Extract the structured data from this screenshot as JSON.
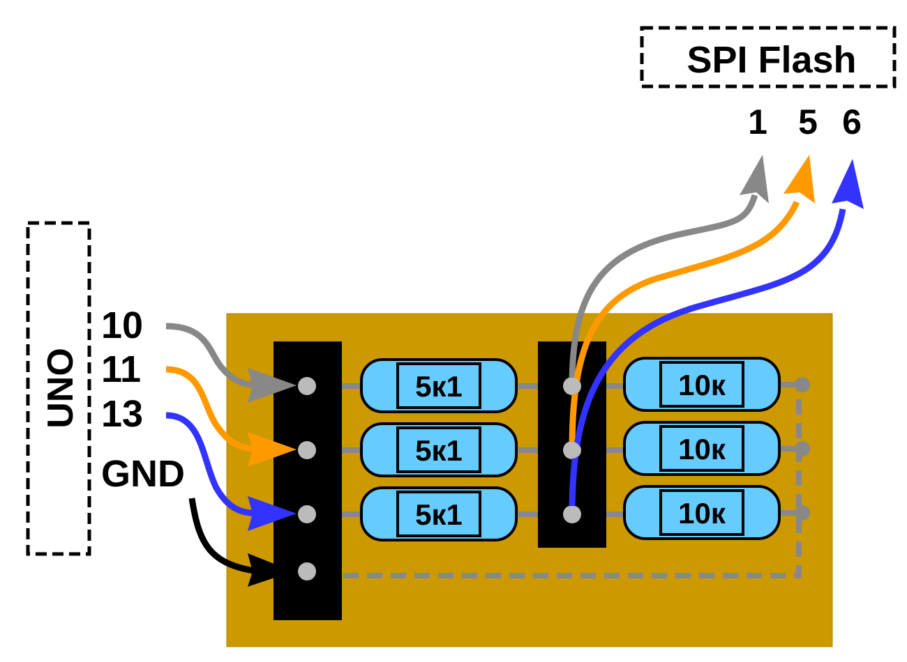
{
  "uno": {
    "title": "UNO",
    "pins": [
      "10",
      "11",
      "13",
      "GND"
    ]
  },
  "spi_flash": {
    "title": "SPI Flash",
    "pins": [
      "1",
      "5",
      "6"
    ]
  },
  "resistors": {
    "left": [
      "5к1",
      "5к1",
      "5к1"
    ],
    "right": [
      "10к",
      "10к",
      "10к"
    ]
  },
  "colors": {
    "board": "#cc9900",
    "header": "#000000",
    "pad": "#bbbbbb",
    "resistor_body": "#66ccff",
    "wire_pin10": "#888888",
    "wire_pin11": "#ff9900",
    "wire_pin13": "#3333ff",
    "wire_gnd": "#000000",
    "trace": "#888888"
  }
}
